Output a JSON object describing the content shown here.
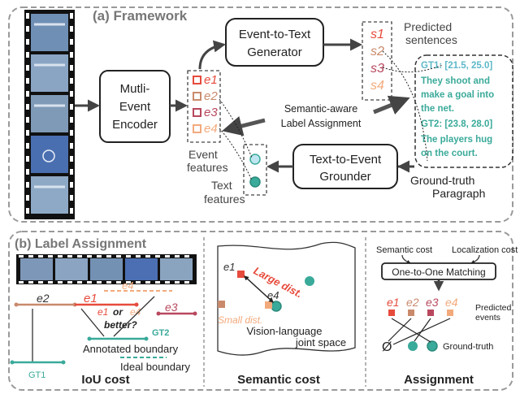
{
  "framework": {
    "title": "(a) Framework",
    "encoder": [
      "Mutli-",
      "Event",
      "Encoder"
    ],
    "generator": [
      "Event-to-Text",
      "Generator"
    ],
    "grounder": [
      "Text-to-Event",
      "Grounder"
    ],
    "predicted_sentences": [
      "Predicted",
      "sentences"
    ],
    "assignment": [
      "Semantic-aware",
      "Label Assignment"
    ],
    "event_features": [
      "Event",
      "features"
    ],
    "text_features": [
      "Text",
      "features"
    ],
    "gt_paragraph": [
      "Ground-truth",
      "Paragraph"
    ],
    "events": [
      "e1",
      "e2",
      "e3",
      "e4"
    ],
    "sentences": [
      "s1",
      "s2",
      "s3",
      "s4"
    ],
    "paragraph": {
      "gt1_head": "GT1: [21.5, 25.0]",
      "gt1_lines": [
        "They shoot and",
        "make a goal into",
        "the net."
      ],
      "gt2_head": "GT2: [23.8, 28.0]",
      "gt2_lines": [
        "The players hug",
        "on the court."
      ]
    }
  },
  "label_assignment": {
    "title": "(b) Label Assignment",
    "iou": {
      "caption": "IoU cost",
      "or_text": "or",
      "better_text": "better?",
      "gt1": "GT1",
      "gt2": "GT2",
      "annotated": "Annotated boundary",
      "ideal": "Ideal boundary"
    },
    "semantic": {
      "caption": "Semantic cost",
      "large": "Large dist.",
      "small": "Small dist.",
      "space": [
        "Vision-language",
        "joint space"
      ]
    },
    "assign": {
      "caption": "Assignment",
      "semantic_cost": "Semantic cost",
      "localization_cost": "Localization cost",
      "matching": "One-to-One Matching",
      "predicted_events": [
        "Predicted",
        "events"
      ],
      "ground_truth": "Ground-truth",
      "empty": "Ø"
    }
  },
  "colors": {
    "e1": "#e64b3c",
    "e2": "#c98a6c",
    "e3": "#b8485e",
    "e4": "#f2aa7c",
    "teal": "#3aaa9a",
    "gt_text": "#3aaa9a",
    "panel_dash": "#9a9a9a"
  }
}
